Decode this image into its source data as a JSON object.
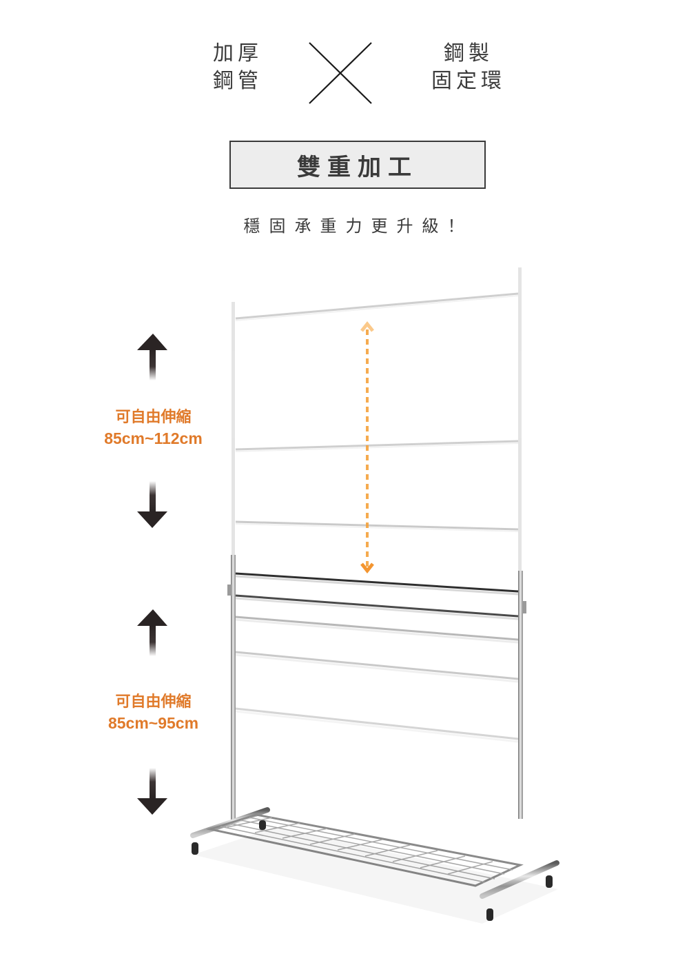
{
  "features": {
    "left": {
      "line1": "加厚",
      "line2": "鋼管"
    },
    "right": {
      "line1": "鋼製",
      "line2": "固定環"
    },
    "separator_icon": "cross-icon"
  },
  "badge": {
    "label": "雙重加工"
  },
  "tagline": "穩固承重力更升級！",
  "ranges": [
    {
      "title": "可自由伸縮",
      "value": "85cm~112cm",
      "icons": [
        "arrow-up-icon",
        "arrow-down-icon"
      ]
    },
    {
      "title": "可自由伸縮",
      "value": "85cm~95cm",
      "icons": [
        "arrow-up-icon",
        "arrow-down-icon"
      ]
    }
  ],
  "product": {
    "name": "chrome-garment-rack-with-wire-shelf",
    "height_indicator_icon": "dashed-double-arrow-icon"
  },
  "colors": {
    "text": "#3a3a3a",
    "accent": "#e07a2a",
    "badge_bg": "#ededed",
    "arrow_dark": "#2a2424"
  }
}
